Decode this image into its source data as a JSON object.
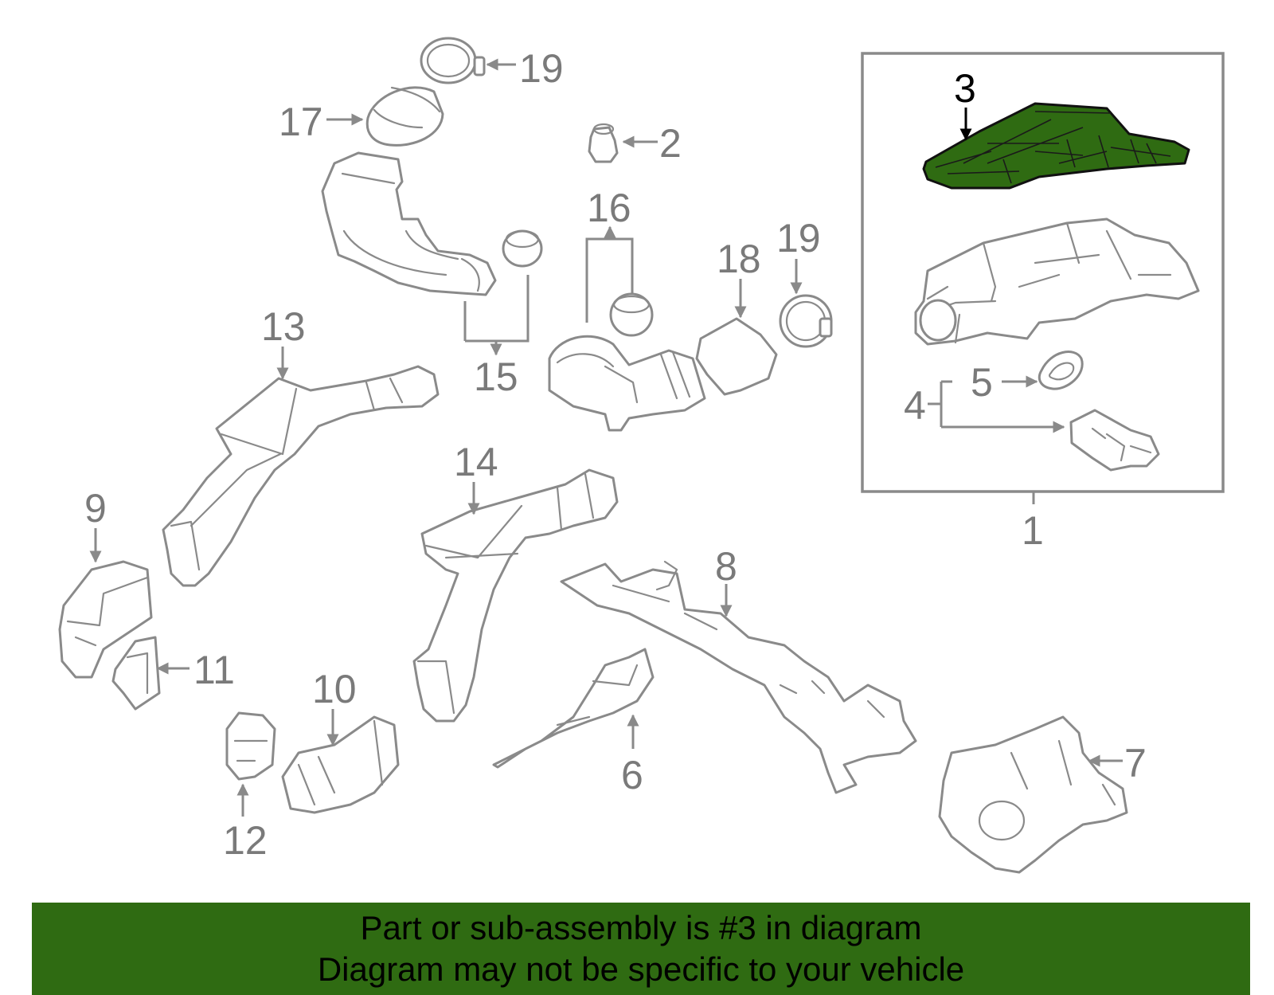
{
  "callouts": {
    "c1": "1",
    "c2": "2",
    "c3": "3",
    "c4": "4",
    "c5": "5",
    "c6": "6",
    "c7": "7",
    "c8": "8",
    "c9": "9",
    "c10": "10",
    "c11": "11",
    "c12": "12",
    "c13": "13",
    "c14": "14",
    "c15": "15",
    "c16": "16",
    "c17": "17",
    "c18": "18",
    "c19a": "19",
    "c19b": "19"
  },
  "highlight": {
    "part_number": "3",
    "color": "#2f6b12"
  },
  "banner": {
    "line1": "Part or sub-assembly is #3 in diagram",
    "line2": "Diagram may not be specific to your vehicle",
    "background": "#2f6b12",
    "text_color": "#000000"
  }
}
